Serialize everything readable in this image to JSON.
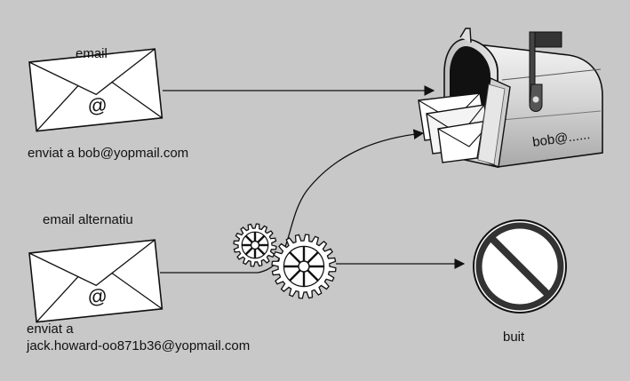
{
  "diagram": {
    "background": "#c8c8c8",
    "email_top": {
      "title": "email",
      "symbol": "@",
      "sent_to": "enviat a bob@yopmail.com"
    },
    "email_bottom": {
      "title": "email alternatiu",
      "symbol": "@",
      "sent_to_line1": "enviat a",
      "sent_to_line2": "jack.howard-oo871b36@yopmail.com"
    },
    "mailbox": {
      "label": "bob@......"
    },
    "empty_sign": {
      "label": "buit"
    },
    "icons": [
      "envelope-icon",
      "envelope-icon",
      "gear-icon",
      "gear-icon",
      "mailbox-icon",
      "prohibited-icon"
    ]
  }
}
